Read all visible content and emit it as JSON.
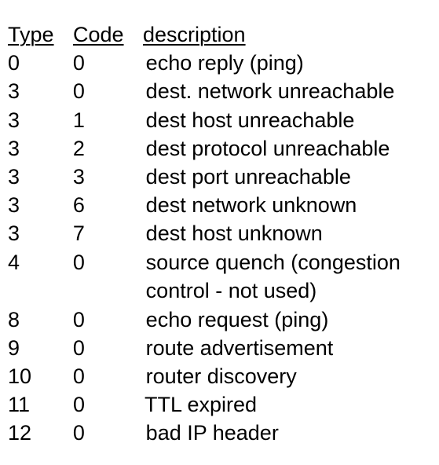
{
  "table": {
    "headers": {
      "type": "Type",
      "code": "Code",
      "description": "description"
    },
    "rows": [
      {
        "type": "0",
        "code": "0",
        "description": [
          "echo reply (ping)"
        ]
      },
      {
        "type": "3",
        "code": "0",
        "description": [
          "dest. network unreachable"
        ]
      },
      {
        "type": "3",
        "code": "1",
        "description": [
          "dest host unreachable"
        ]
      },
      {
        "type": "3",
        "code": "2",
        "description": [
          "dest protocol unreachable"
        ]
      },
      {
        "type": "3",
        "code": "3",
        "description": [
          "dest port unreachable"
        ]
      },
      {
        "type": "3",
        "code": "6",
        "description": [
          "dest network unknown"
        ]
      },
      {
        "type": "3",
        "code": "7",
        "description": [
          "dest host unknown"
        ]
      },
      {
        "type": "4",
        "code": "0",
        "description": [
          "source quench (congestion",
          "control - not used)"
        ]
      },
      {
        "type": "8",
        "code": "0",
        "description": [
          "echo request (ping)"
        ]
      },
      {
        "type": "9",
        "code": "0",
        "description": [
          "route advertisement"
        ]
      },
      {
        "type": "10",
        "code": "0",
        "description": [
          "router discovery"
        ]
      },
      {
        "type": "11",
        "code": "0",
        "description": [
          "TTL expired"
        ]
      },
      {
        "type": "12",
        "code": "0",
        "description": [
          "bad IP header"
        ]
      }
    ]
  }
}
